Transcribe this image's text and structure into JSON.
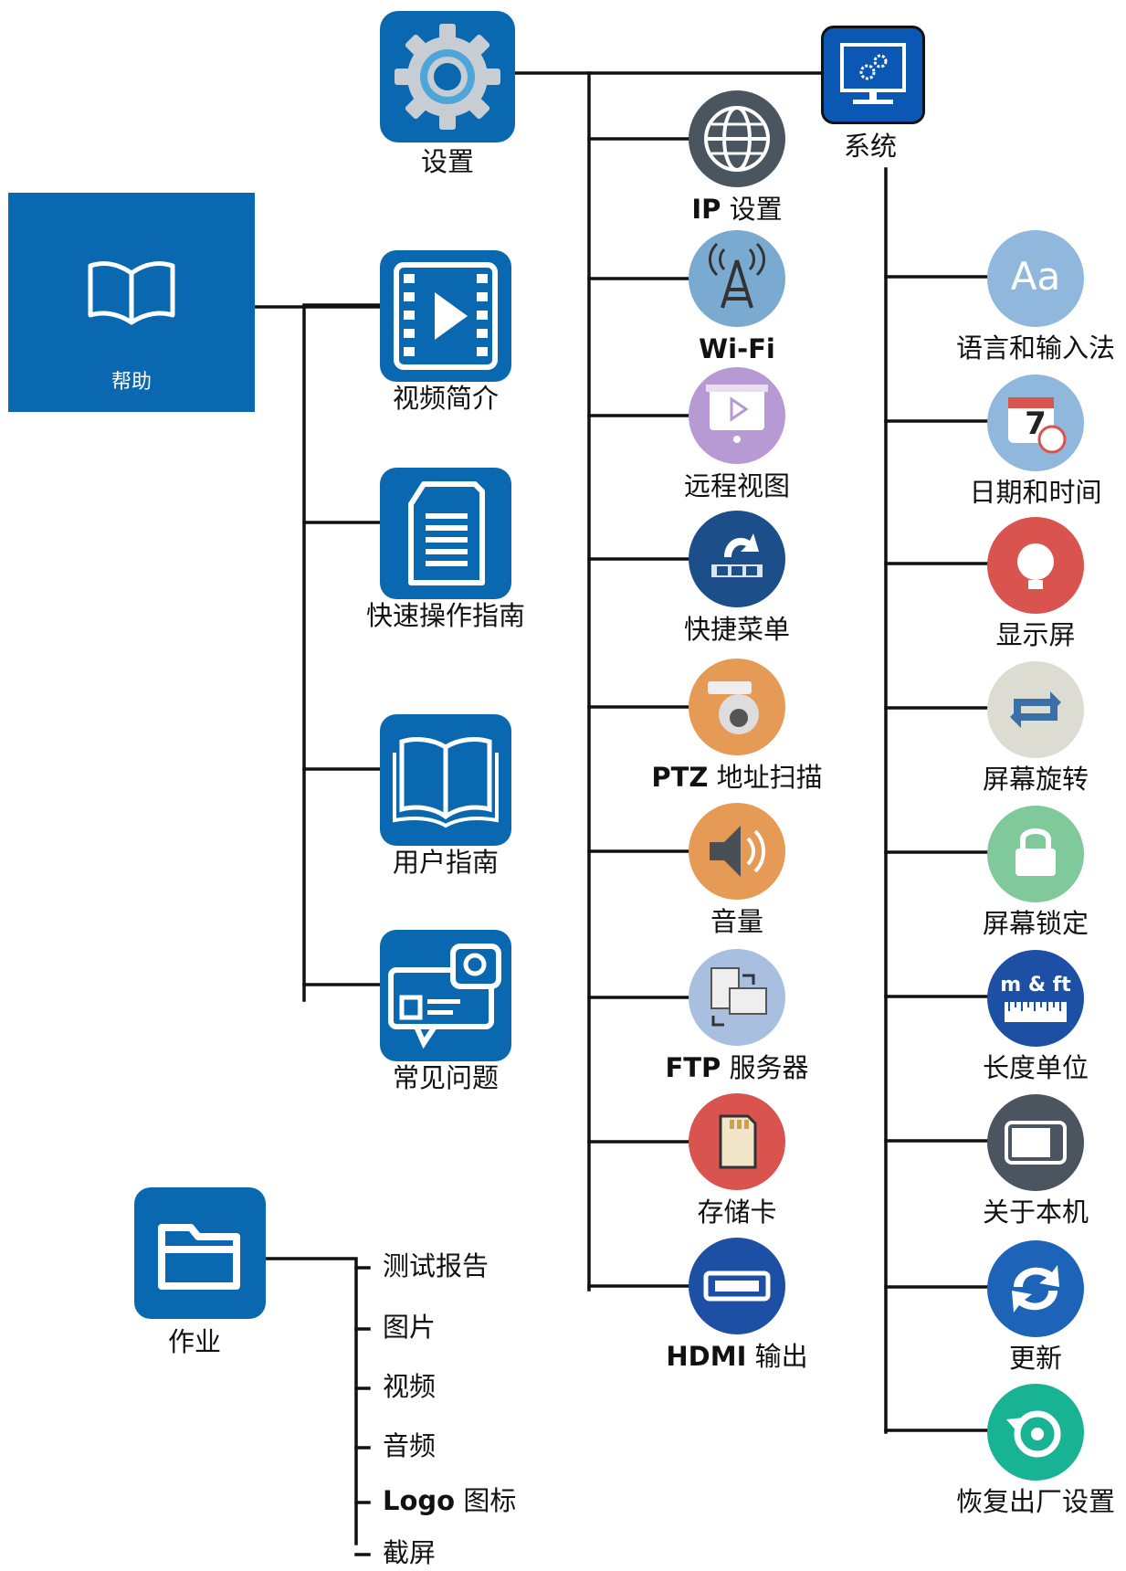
{
  "help": {
    "label": "帮助"
  },
  "settings": {
    "label": "设置"
  },
  "system": {
    "label": "系统"
  },
  "jobs": {
    "label": "作业"
  },
  "help_items": [
    {
      "label": "视频简介",
      "icon": "video-play-icon"
    },
    {
      "label": "快速操作指南",
      "icon": "document-icon"
    },
    {
      "label": "用户指南",
      "icon": "open-book-icon"
    },
    {
      "label": "常见问题",
      "icon": "faq-chat-icon"
    }
  ],
  "settings_items": [
    {
      "bold": "IP",
      "text": "设置",
      "icon": "globe-icon",
      "color": "#4a5560"
    },
    {
      "bold": "Wi-Fi",
      "text": "",
      "icon": "wifi-antenna-icon",
      "color": "#7aaad0"
    },
    {
      "bold": "",
      "text": "远程视图",
      "icon": "projector-icon",
      "color": "#b79ad4"
    },
    {
      "bold": "",
      "text": "快捷菜单",
      "icon": "shortcut-menu-icon",
      "color": "#1c4f8a"
    },
    {
      "bold": "PTZ",
      "text": "地址扫描",
      "icon": "ptz-camera-icon",
      "color": "#e59a55"
    },
    {
      "bold": "",
      "text": "音量",
      "icon": "speaker-icon",
      "color": "#e59a55"
    },
    {
      "bold": "FTP",
      "text": "服务器",
      "icon": "ftp-server-icon",
      "color": "#a9bfe0"
    },
    {
      "bold": "",
      "text": "存储卡",
      "icon": "sd-card-icon",
      "color": "#d9534f"
    },
    {
      "bold": "HDMI",
      "text": "输出",
      "icon": "hdmi-port-icon",
      "color": "#1d4fa5"
    }
  ],
  "system_items": [
    {
      "label": "语言和输入法",
      "icon": "language-icon",
      "color": "#8fb8dc",
      "glyph": "Aa"
    },
    {
      "label": "日期和时间",
      "icon": "calendar-clock-icon",
      "color": "#8fb8dc",
      "glyph": "7"
    },
    {
      "label": "显示屏",
      "icon": "bulb-icon",
      "color": "#d9534f"
    },
    {
      "label": "屏幕旋转",
      "icon": "rotate-icon",
      "color": "#dcdcd2"
    },
    {
      "label": "屏幕锁定",
      "icon": "lock-icon",
      "color": "#7fc99a"
    },
    {
      "label": "长度单位",
      "icon": "ruler-units-icon",
      "color": "#1d4fa5",
      "glyph": "m & ft"
    },
    {
      "label": "关于本机",
      "icon": "device-icon",
      "color": "#4a5560"
    },
    {
      "label": "更新",
      "icon": "update-icon",
      "color": "#1d63b8"
    },
    {
      "label": "恢复出厂设置",
      "icon": "restore-icon",
      "color": "#18b393"
    }
  ],
  "job_items": [
    {
      "bold": "",
      "text": "测试报告"
    },
    {
      "bold": "",
      "text": "图片"
    },
    {
      "bold": "",
      "text": "视频"
    },
    {
      "bold": "",
      "text": "音频"
    },
    {
      "bold": "Logo",
      "text": "图标"
    },
    {
      "bold": "",
      "text": "截屏"
    }
  ],
  "colors": {
    "tile_blue": "#0968b0",
    "line": "#111111"
  }
}
